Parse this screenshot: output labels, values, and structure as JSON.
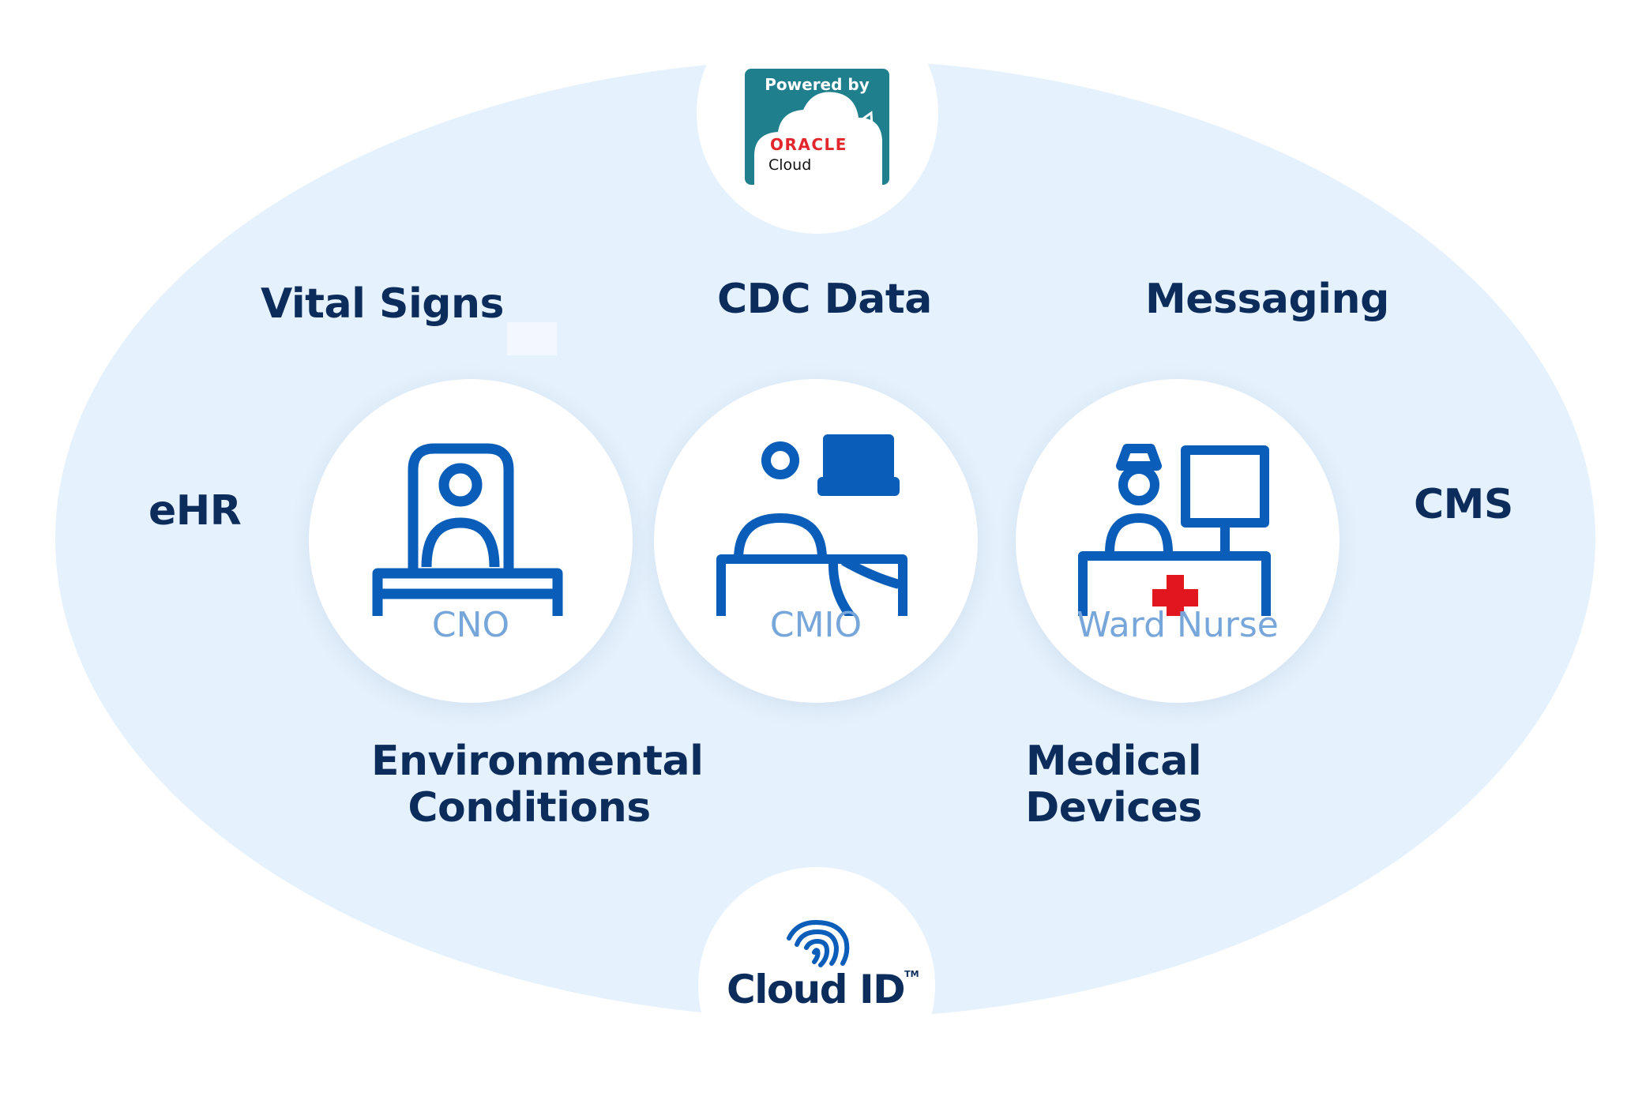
{
  "topics": {
    "vital_signs": "Vital Signs",
    "cdc_data": "CDC Data",
    "messaging": "Messaging",
    "ehr": "eHR",
    "cms": "CMS",
    "environmental_line1": "Environmental",
    "environmental_line2": "Conditions",
    "medical_line1": "Medical",
    "medical_line2": "Devices"
  },
  "roles": {
    "cno": "CNO",
    "cmio": "CMIO",
    "ward_nurse": "Ward Nurse"
  },
  "oracle_badge": {
    "powered_by": "Powered by",
    "oracle": "ORACLE",
    "cloud": "Cloud"
  },
  "cloud_id": {
    "wordmark": "Cloud ID",
    "trademark": "TM"
  },
  "colors": {
    "ellipse_bg": "#e5f1fc",
    "icon_blue": "#0a5db8",
    "heading_navy": "#0c2c5b",
    "role_label": "#77a6da",
    "badge_teal": "#1f7f8c",
    "oracle_red": "#e3262b",
    "cross_red": "#e1161f"
  },
  "icons": {
    "cno": "desk-person-icon",
    "cmio": "computer-desk-icon",
    "ward_nurse": "nurse-station-icon",
    "cloud_id": "fingerprint-icon"
  }
}
